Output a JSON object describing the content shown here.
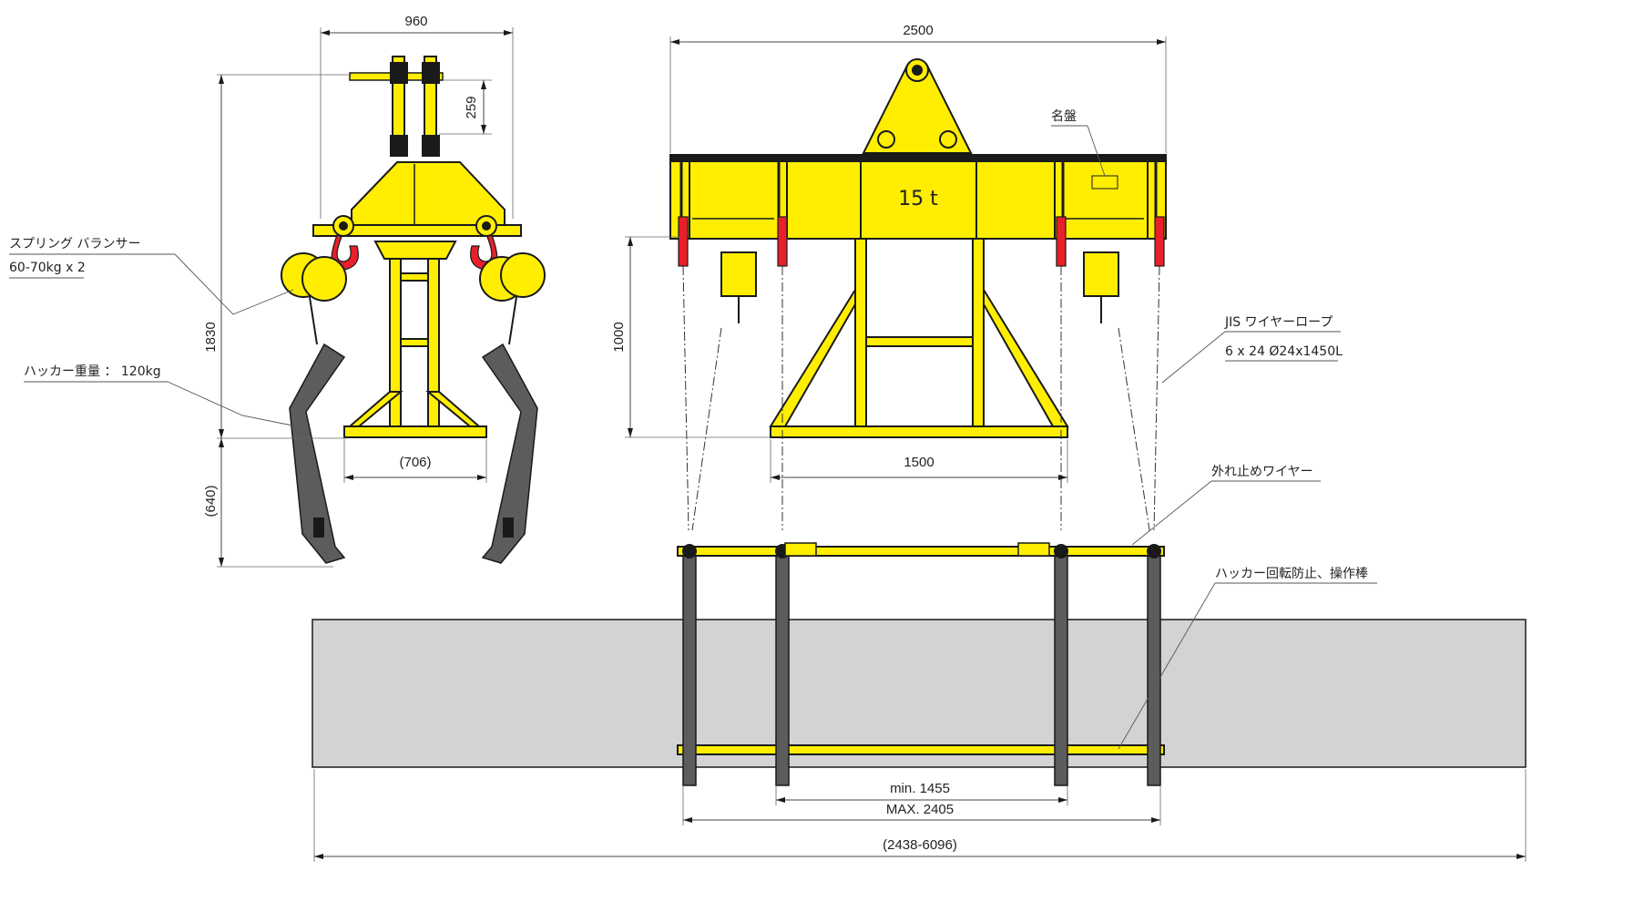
{
  "labels": {
    "dim_960": "960",
    "dim_259": "259",
    "dim_1830": "1830",
    "dim_706": "(706)",
    "dim_640": "(640)",
    "dim_2500": "2500",
    "dim_1000": "1000",
    "dim_1500": "1500",
    "dim_min": "min. 1455",
    "dim_max": "MAX. 2405",
    "dim_total": "(2438-6096)",
    "capacity": "15 t",
    "spring_balancer_title": "スプリング バランサー",
    "spring_balancer_spec": "60-70kg x 2",
    "hooker_weight": "ハッカー重量 ： 120kg",
    "nameplate": "名盤",
    "wire_rope_title": "JIS ワイヤーロープ",
    "wire_rope_spec": "6 x 24 Ø24x1450L",
    "retain_wire": "外れ止めワイヤー",
    "rotation_stop": "ハッカー回転防止、操作棒"
  },
  "colors": {
    "frame_yellow": "#ffee00",
    "outline": "#1a1a1a",
    "hook_red": "#e8202a",
    "hooker_grey": "#5c5c5c",
    "load_grey": "#d3d3d3"
  }
}
